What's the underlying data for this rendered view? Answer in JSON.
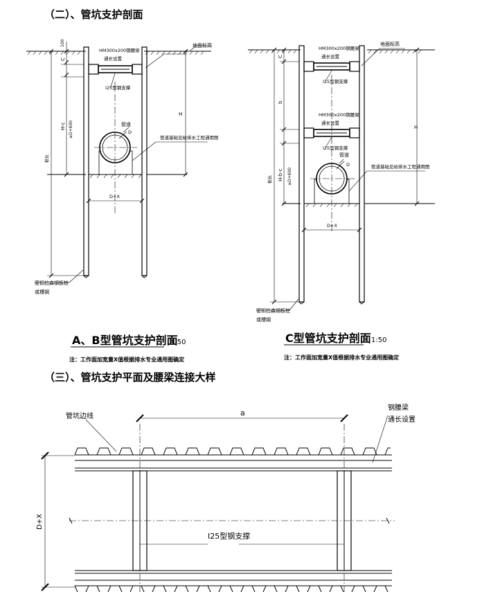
{
  "headings": {
    "section2": "（二）、管坑支护剖面",
    "section3": "（三）、管坑支护平面及腰梁连接大样"
  },
  "left_section": {
    "dim_100": "100",
    "dim_c": "C",
    "dim_h_minus_c": "H-c",
    "dim_ge": "≥D+600",
    "dim_h": "H",
    "dim_pile": "桩长",
    "ground_label": "地面标高",
    "waler_label": "HM300x200钢腰梁",
    "waler_sub": "通长设置",
    "strut_label": "I25型钢支撑",
    "pipe_label": "管道",
    "d_label": "D",
    "foundation_label": "管道基础见给排水工程通用图",
    "dx_label": "D+X",
    "pile_label_1": "密扣拉森钢板桩",
    "pile_label_2": "或槽钢",
    "title": "A、B型管坑支护剖面",
    "scale": "1:50",
    "note": "注：工作面加宽量X值根据排水专业通用图确定"
  },
  "right_section": {
    "dim_c": "C",
    "dim_b": "b",
    "dim_h_b_c": "H-b-c",
    "dim_ge": "≥D+600",
    "dim_h": "H",
    "dim_pile": "桩长",
    "ground_label": "地面标高",
    "waler_label_1": "HM300x200钢腰梁",
    "waler_sub_1": "通长设置",
    "strut_label_1": "I25型钢支撑",
    "waler_label_2": "HM300x200钢腰梁",
    "waler_sub_2": "通长设置",
    "strut_label_2": "I25型钢支撑",
    "pipe_label": "管道",
    "d_label": "D",
    "foundation_label": "管道基础见给排水工程通用图",
    "dx_label": "D+X",
    "pile_label_1": "密扣拉森钢板桩",
    "pile_label_2": "或槽钢",
    "title": "C型管坑支护剖面",
    "scale": "1:50",
    "note": "注：工作面加宽量X值根据排水专业通用图确定"
  },
  "plan": {
    "edge_label": "管坑边线",
    "dim_a": "a",
    "waler_label": "钢腰梁",
    "waler_sub": "通长设置",
    "strut_label": "I25型钢支撑",
    "dx_label": "D+X"
  }
}
